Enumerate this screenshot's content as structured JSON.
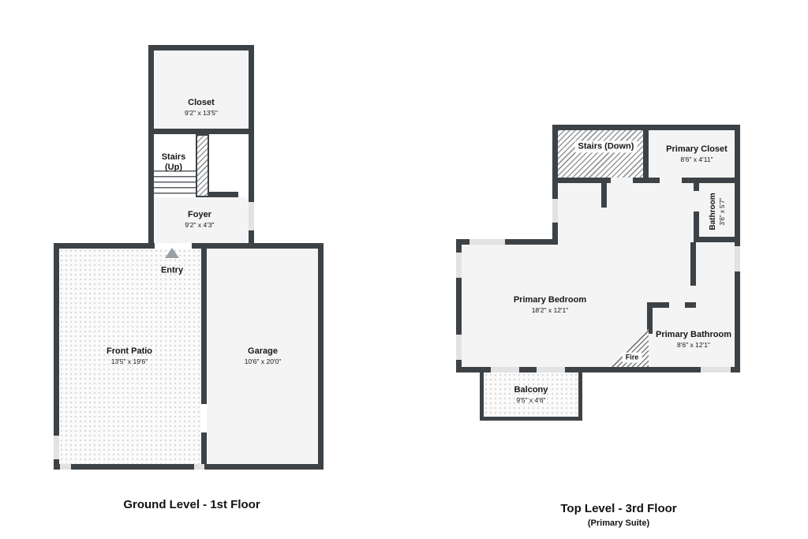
{
  "plans": {
    "ground": {
      "title": "Ground Level - 1st Floor",
      "rooms": {
        "closet": {
          "name": "Closet",
          "dims": "9'2\" x 13'5\""
        },
        "stairs": {
          "name": "Stairs (Up)"
        },
        "foyer": {
          "name": "Foyer",
          "dims": "9'2\" x 4'3\""
        },
        "entry": {
          "name": "Entry"
        },
        "patio": {
          "name": "Front Patio",
          "dims": "13'5\" x 19'6\""
        },
        "garage": {
          "name": "Garage",
          "dims": "10'6\" x 20'0\""
        }
      }
    },
    "top": {
      "title": "Top Level - 3rd Floor",
      "subtitle": "(Primary Suite)",
      "rooms": {
        "stairs": {
          "name": "Stairs (Down)"
        },
        "closet": {
          "name": "Primary Closet",
          "dims": "8'6\" x 4'11\""
        },
        "bathroom": {
          "name": "Bathroom",
          "dims": "3'6\" x 5'7\""
        },
        "bedroom": {
          "name": "Primary Bedroom",
          "dims": "18'2\" x 12'1\""
        },
        "primary_bathroom": {
          "name": "Primary Bathroom",
          "dims": "8'6\" x 12'1\""
        },
        "fire": {
          "name": "Fire"
        },
        "balcony": {
          "name": "Balcony",
          "dims": "9'5\" x 4'6\""
        }
      }
    }
  },
  "colors": {
    "wall": "#3d4247",
    "floor": "#f4f4f4",
    "text": "#15181b"
  }
}
